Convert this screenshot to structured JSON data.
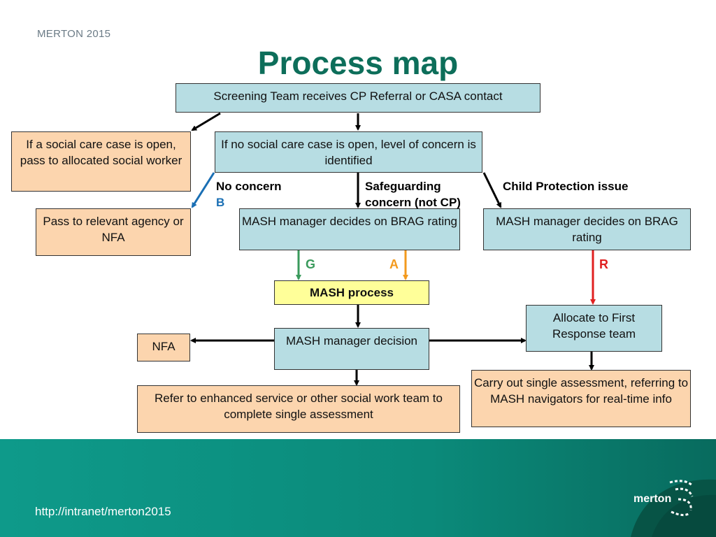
{
  "header": {
    "brand": "MERTON 2015",
    "title": "Process map"
  },
  "nodes": {
    "screening": "Screening Team receives CP Referral or CASA contact",
    "open_case": "If a social care case is open, pass to allocated social worker",
    "no_case": "If no social care case is open, level of concern is identified",
    "relevant_agency": "Pass to relevant agency or NFA",
    "mash_brag_1": "MASH manager decides on BRAG rating",
    "mash_brag_2": "MASH manager decides on BRAG rating",
    "mash_process": "MASH process",
    "allocate_first": "Allocate to First Response team",
    "nfa": "NFA",
    "mash_decision": "MASH manager decision",
    "carry_out": "Carry out single assessment, referring to MASH navigators for real-time info",
    "refer": "Refer to enhanced service or other social work team to complete single assessment"
  },
  "labels": {
    "no_concern": "No concern",
    "b": "B",
    "safeguarding_1": "Safeguarding",
    "safeguarding_2": "concern (not CP)",
    "child_protection": "Child Protection issue",
    "g": "G",
    "a": "A",
    "r": "R"
  },
  "colors": {
    "green": "#0d6e5a",
    "blue": "#1a6fb4",
    "amber": "#f39a1e",
    "red": "#e02020",
    "rag_green": "#3a9a5c"
  },
  "footer": {
    "url": "http://intranet/merton2015",
    "logo": "merton"
  }
}
